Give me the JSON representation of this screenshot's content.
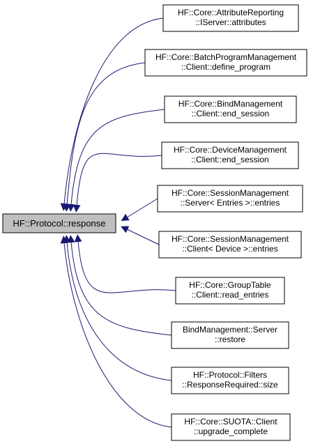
{
  "diagram": {
    "root": {
      "label": "HF::Protocol::response",
      "fill": "#bfbfbf",
      "stroke": "#000000"
    },
    "edge_color": "#191970",
    "node_fill": "#ffffff",
    "node_stroke": "#000000",
    "callers": [
      {
        "lines": [
          "HF::Core::AttributeReporting",
          "::IServer::attributes"
        ]
      },
      {
        "lines": [
          "HF::Core::BatchProgramManagement",
          "::Client::define_program"
        ]
      },
      {
        "lines": [
          "HF::Core::BindManagement",
          "::Client::end_session"
        ]
      },
      {
        "lines": [
          "HF::Core::DeviceManagement",
          "::Client::end_session"
        ]
      },
      {
        "lines": [
          "HF::Core::SessionManagement",
          "::Server< Entries >::entries"
        ]
      },
      {
        "lines": [
          "HF::Core::SessionManagement",
          "::Client< Device >::entries"
        ]
      },
      {
        "lines": [
          "HF::Core::GroupTable",
          "::Client::read_entries"
        ]
      },
      {
        "lines": [
          "BindManagement::Server",
          "::restore"
        ]
      },
      {
        "lines": [
          "HF::Protocol::Filters",
          "::ResponseRequired::size"
        ]
      },
      {
        "lines": [
          "HF::Core::SUOTA::Client",
          "::upgrade_complete"
        ]
      }
    ]
  }
}
